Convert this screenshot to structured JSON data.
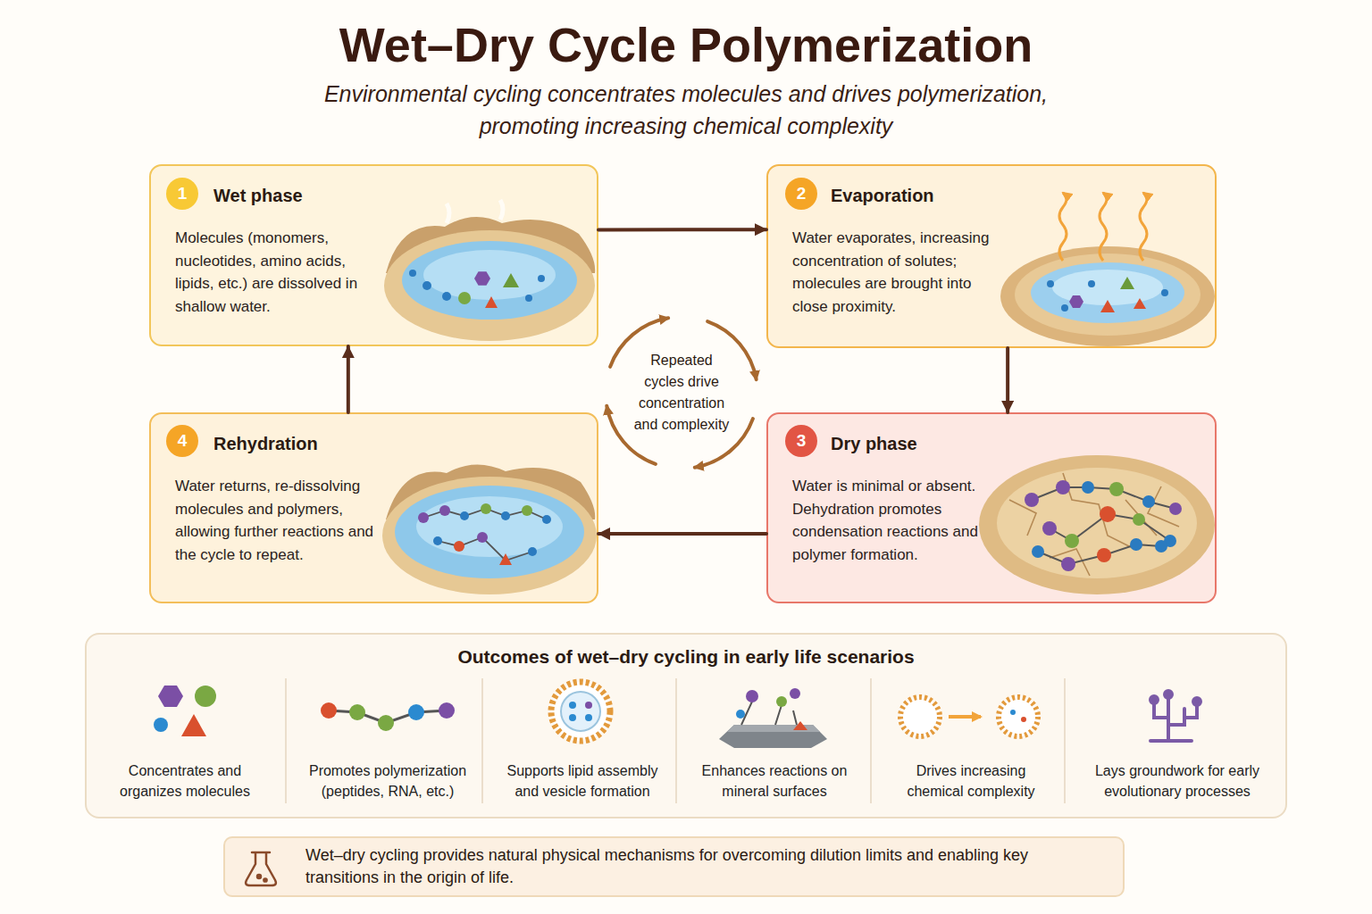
{
  "diagram": {
    "title": "Wet–Dry Cycle Polymerization",
    "nodes": [
      {
        "text": [
          "Wet phase",
          "Molecules (monomers, nucleotides, amino acids, lipids, etc.) are dissolved in shallow water."
        ]
      },
      {
        "text": [
          "1"
        ],
        "in": 0
      },
      {
        "text": [
          "Evaporation",
          "Water evaporates, increasing concentration of solutes; molecules are brought into close proximity."
        ]
      },
      {
        "text": [
          "2"
        ],
        "in": 2
      },
      {
        "text": [
          "Repeated cycles drive concentration and complexity"
        ]
      },
      {
        "text": [
          "Dry phase",
          "Water is minimal or absent. Dehydration promotes condensation reactions and polymer formation."
        ]
      },
      {
        "text": [
          "3"
        ],
        "in": 5
      },
      {
        "text": [
          "Rehydration",
          "Water returns, re-dissolving molecules and polymers, allowing further reactions and the cycle to repeat."
        ]
      },
      {
        "text": [
          "4"
        ],
        "in": 7
      },
      {
        "text": [
          "Outcomes of wet–dry cycling in early life scenarios",
          "Concentrates and organizes molecules",
          "Promotes polymerization (peptides, RNA, etc.)",
          "Supports lipid assembly and vesicle formation",
          "Enhances reactions on mineral surfaces",
          "Drives increasing chemical complexity",
          "Lays groundwork for early evolutionary processes"
        ]
      },
      {
        "text": [
          "Wet–dry cycling provides natural physical mechanisms for overcoming dilution limits and enabling key transitions in the origin of life."
        ]
      }
    ],
    "edges": [
      {
        "from": 0,
        "to": 2,
        "arrow": "to"
      },
      {
        "from": 2,
        "to": 5,
        "arrow": "to"
      },
      {
        "from": 5,
        "to": 7,
        "arrow": "to"
      },
      {
        "from": 7,
        "to": 0,
        "arrow": "to"
      }
    ],
    "labels": [
      "Environmental cycling concentrates molecules and drives polymerization, promoting increasing chemical complexity"
    ]
  }
}
